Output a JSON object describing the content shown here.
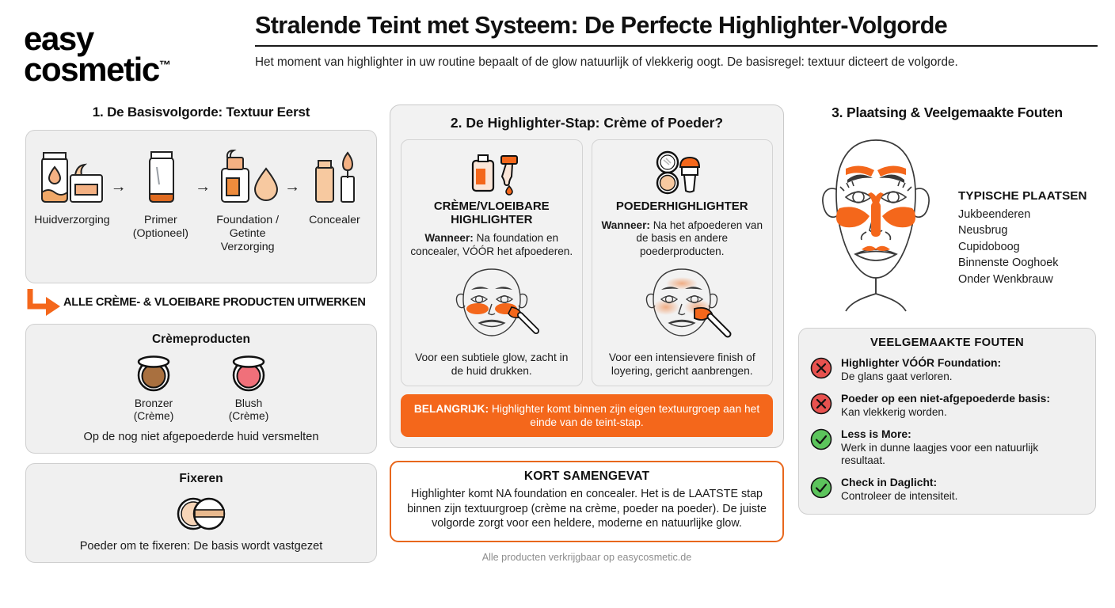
{
  "brand": {
    "line1": "easy",
    "line2": "cosmetic",
    "tm": "™"
  },
  "header": {
    "title": "Stralende Teint met Systeem: De Perfecte Highlighter-Volgorde",
    "subtitle": "Het moment van highlighter in uw routine bepaalt of de glow natuurlijk of vlekkerig oogt. De basisregel: textuur dicteert de volgorde."
  },
  "col1": {
    "heading": "1. De Basisvolgorde: Textuur Eerst",
    "steps": [
      {
        "label": "Huidverzorging",
        "icon": "skincare-tube-jar-icon"
      },
      {
        "label": "Primer\n(Optioneel)",
        "label_l1": "Primer",
        "label_l2": "(Optioneel)",
        "icon": "primer-tube-icon"
      },
      {
        "label": "Foundation / Getinte Verzorging",
        "label_l1": "Foundation /",
        "label_l2": "Getinte",
        "label_l3": "Verzorging",
        "icon": "foundation-bottle-sponge-icon"
      },
      {
        "label": "Concealer",
        "icon": "concealer-wand-icon"
      }
    ],
    "arrow_symbol": "→",
    "cta": "ALLE CRÈME- & VLOEIBARE PRODUCTEN UITWERKEN",
    "cream_card": {
      "title": "Crèmeproducten",
      "products": [
        {
          "name": "Bronzer",
          "type": "(Crème)",
          "color": "#a9703f"
        },
        {
          "name": "Blush",
          "type": "(Crème)",
          "color": "#f0707a"
        }
      ],
      "note": "Op de nog niet afgepoederde huid versmelten"
    },
    "fix_card": {
      "title": "Fixeren",
      "note": "Poeder om te fixeren: De basis wordt vastgezet",
      "icon": "powder-compact-icon"
    }
  },
  "col2": {
    "heading": "2. De Highlighter-Stap: Crème of Poeder?",
    "cards": [
      {
        "icon": "dropper-bottle-icon",
        "title_l1": "CRÈME/VLOEIBARE",
        "title_l2": "HIGHLIGHTER",
        "when_label": "Wanneer:",
        "when_text": " Na foundation en concealer, VÓÓR het afpoederen.",
        "face_icon": "face-cream-highlighter-brush-icon",
        "caption": "Voor een subtiele glow, zacht in de huid drukken."
      },
      {
        "icon": "compact-brush-icon",
        "title_l1": "POEDERHIGHLIGHTER",
        "title_l2": "",
        "when_label": "Wanneer:",
        "when_text": " Na het afpoederen van de basis en andere poederproducten.",
        "face_icon": "face-powder-highlighter-brush-icon",
        "caption": "Voor een intensievere finish of loyering, gericht aanbrengen."
      }
    ],
    "important_label": "BELANGRIJK:",
    "important_text": " Highlighter komt binnen zijn eigen textuurgroep aan het einde van de teint-stap."
  },
  "summary": {
    "title": "KORT SAMENGEVAT",
    "body": "Highlighter komt NA foundation en concealer. Het is de LAATSTE stap binnen zijn textuurgroep (crème na crème, poeder na poeder). De juiste volgorde zorgt voor een heldere, moderne en natuurlijke glow."
  },
  "footer": {
    "note": "Alle producten verkrijgbaar op easycosmetic.de"
  },
  "col3": {
    "heading": "3. Plaatsing & Veelgemaakte Fouten",
    "face_icon": "face-highlight-zones-icon",
    "places_title": "TYPISCHE PLAATSEN",
    "places": [
      "Jukbeenderen",
      "Neusbrug",
      "Cupidoboog",
      "Binnenste Ooghoek",
      "Onder Wenkbrauw"
    ],
    "mistakes_title": "VEELGEMAAKTE FOUTEN",
    "mistakes": [
      {
        "badge": "cross-icon",
        "badge_color": "#e8524f",
        "head": "Highlighter VÓÓR Foundation:",
        "desc": "De glans gaat verloren."
      },
      {
        "badge": "cross-icon",
        "badge_color": "#e8524f",
        "head": "Poeder op een niet-afgepoederde basis:",
        "desc": "Kan vlekkerig worden."
      },
      {
        "badge": "check-icon",
        "badge_color": "#5cc45c",
        "head": "Less is More:",
        "desc": "Werk in dunne laagjes voor een natuurlijk resultaat."
      },
      {
        "badge": "check-icon",
        "badge_color": "#5cc45c",
        "head": "Check in Daglicht:",
        "desc": "Controleer de intensiteit."
      }
    ]
  },
  "colors": {
    "accent_orange": "#f4671b",
    "summary_border": "#e8671c",
    "card_bg": "#f0f0f0",
    "red": "#e8524f",
    "green": "#5cc45c"
  }
}
